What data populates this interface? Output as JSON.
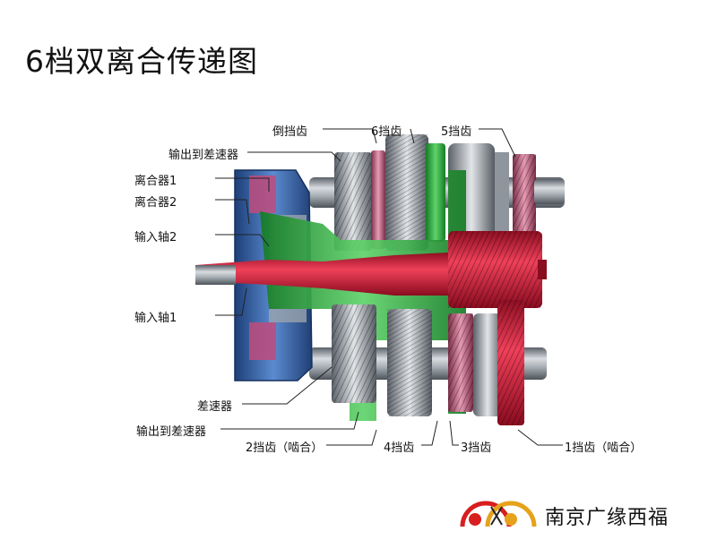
{
  "page": {
    "title": "6档双离合传递图"
  },
  "labels": {
    "clutch1": "离合器1",
    "clutch2": "离合器2",
    "input_shaft2": "输入轴2",
    "input_shaft1": "输入轴1",
    "output_to_diff_top": "输出到差速器",
    "reverse_gear": "倒挡齿",
    "gear6": "6挡齿",
    "gear5": "5挡齿",
    "differential": "差速器",
    "output_to_diff_bottom": "输出到差速器",
    "gear2": "2挡齿（啮合）",
    "gear4": "4挡齿",
    "gear3": "3挡齿",
    "gear1": "1挡齿（啮合）"
  },
  "brand": {
    "name": "南京广缘西福"
  },
  "colors": {
    "power_red": "#e0203a",
    "power_green": "#2fae3a",
    "housing_blue": "#2c5fa8",
    "metal_gray": "#9aa3ab",
    "pink_gear": "#c86a8a"
  }
}
